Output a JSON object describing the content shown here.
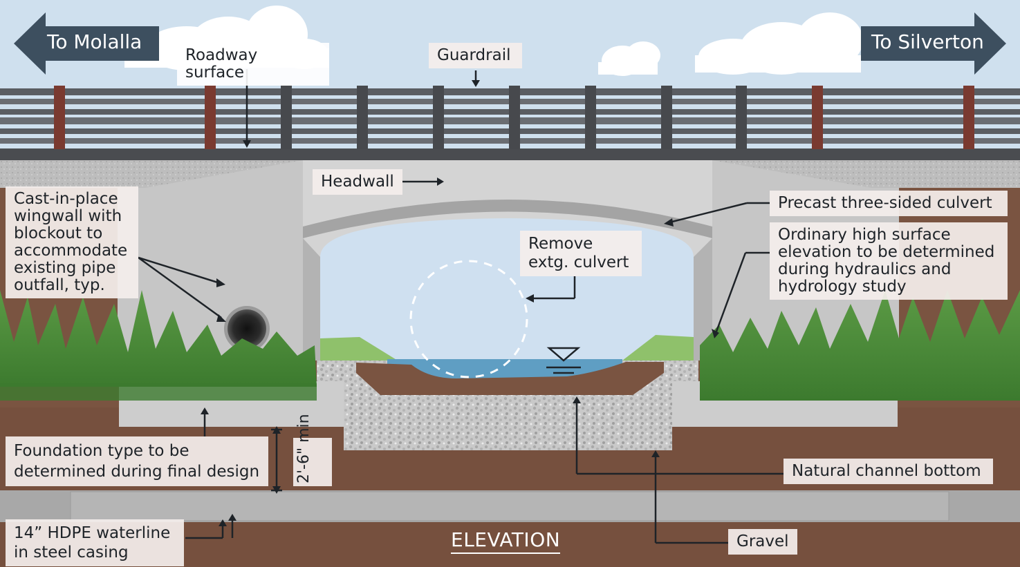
{
  "directions": {
    "left": "To Molalla",
    "right": "To Silverton"
  },
  "labels": {
    "roadway": "Roadway surface",
    "guardrail": "Guardrail",
    "headwall": "Headwall",
    "wingwall": "Cast-in-place wingwall with blockout to accommodate existing pipe outfall, typ.",
    "remove_culvert": "Remove extg. culvert",
    "precast": "Precast three-sided culvert",
    "ohw": "Ordinary high surface elevation to be determined during hydraulics and hydrology study",
    "foundation": "Foundation type to be determined during final design",
    "min_depth": "2'-6\" min",
    "channel": "Natural channel bottom",
    "waterline": "14” HDPE waterline in steel casing",
    "gravel": "Gravel"
  },
  "title": "ELEVATION",
  "colors": {
    "sky": "#cfe0ee",
    "arrow": "#3d4f5f",
    "rail": "#54575c",
    "post_brown": "#7a3a30",
    "concrete": "#cfcfcf",
    "soil": "#7a5441",
    "grass": "#4c8a3a",
    "water": "#5f9ec3",
    "label_bg": "#f4eeec"
  }
}
